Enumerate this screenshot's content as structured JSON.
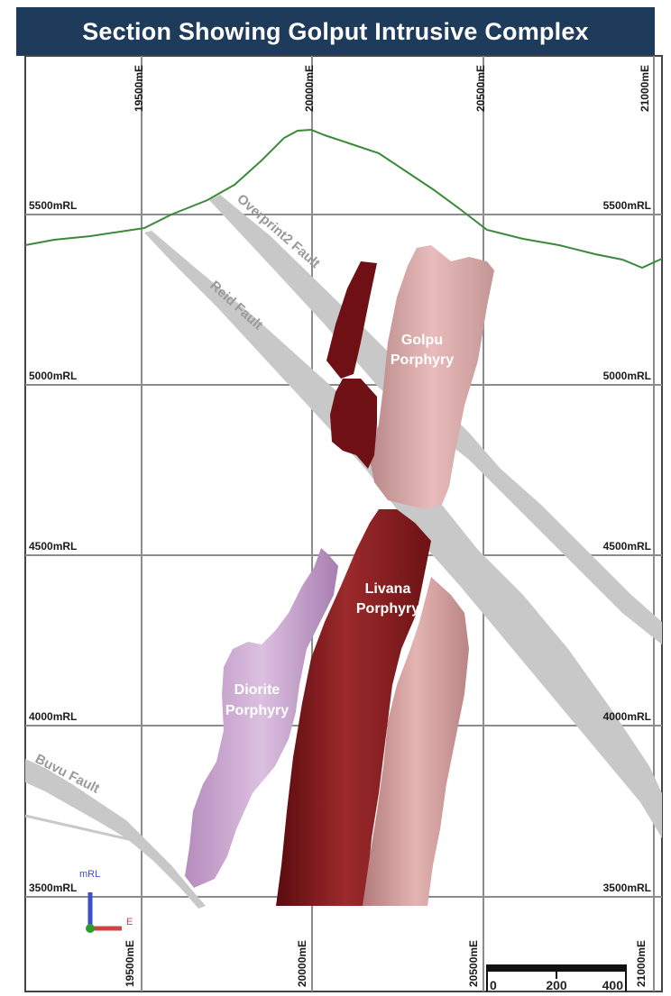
{
  "title": "Section Showing Golput Intrusive Complex",
  "grid": {
    "easting_labels_top": [
      "19500mE",
      "20000mE",
      "20500mE",
      "21000mE"
    ],
    "easting_labels_bottom": [
      "19500mE",
      "20000mE",
      "20500mE",
      "21000mE"
    ],
    "rl_labels_left": [
      "5500mRL",
      "5000mRL",
      "4500mRL",
      "4000mRL",
      "3500mRL"
    ],
    "rl_labels_right": [
      "5500mRL",
      "5000mRL",
      "4500mRL",
      "4000mRL",
      "3500mRL"
    ]
  },
  "faults": {
    "overprint2": "Overprint2 Fault",
    "reid": "Reid Fault",
    "buvu": "Buvu Fault"
  },
  "bodies": {
    "golpu_line1": "Golpu",
    "golpu_line2": "Porphyry",
    "livana_line1": "Livana",
    "livana_line2": "Porphyry",
    "diorite_line1": "Diorite",
    "diorite_line2": "Porphyry"
  },
  "scale_bar": {
    "ticks": [
      "0",
      "200",
      "400"
    ]
  },
  "axis_triad": {
    "up_label": "mRL",
    "right_label": "E"
  },
  "colors": {
    "title_bg": "#1f3b5c",
    "topography": "#3a8a3a",
    "fault": "#c8c8c8",
    "golpu": "#d9a7a7",
    "livana": "#8a1f22",
    "diorite": "#c9a3cf",
    "red_dyke": "#6e1014"
  }
}
